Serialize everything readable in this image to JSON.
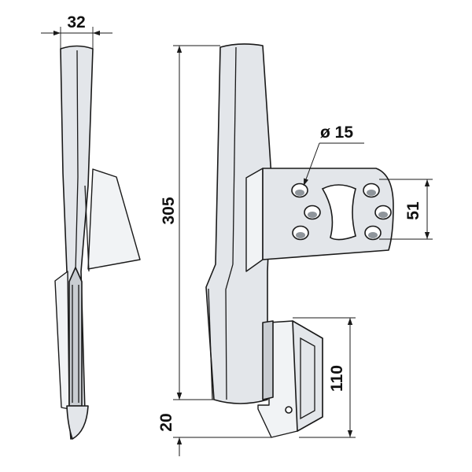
{
  "drawing": {
    "dimensions": {
      "width_top": "32",
      "total_height": "305",
      "hole_diameter": "ø 15",
      "hole_spacing": "51",
      "bracket_height": "110",
      "bottom_offset": "20"
    }
  }
}
